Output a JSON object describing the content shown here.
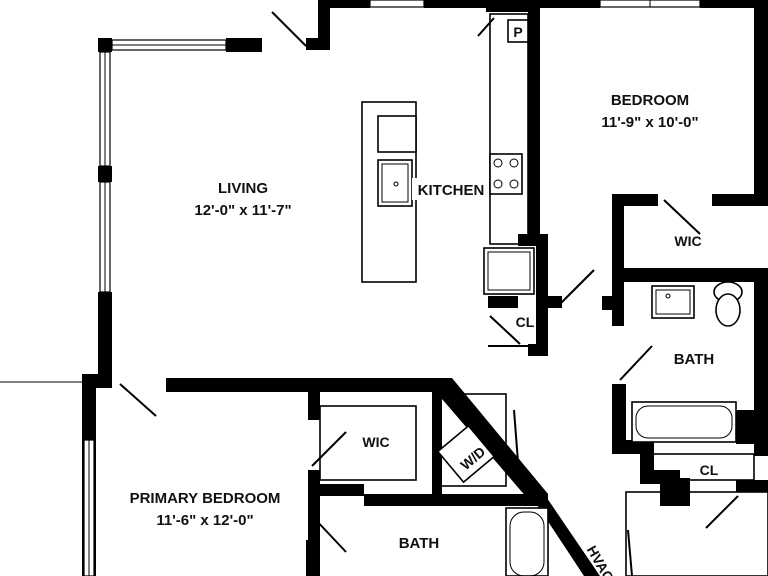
{
  "rooms": {
    "living": {
      "name": "LIVING",
      "dims": "12'-0\" x 11'-7\""
    },
    "kitchen": {
      "name": "KITCHEN"
    },
    "bedroom": {
      "name": "BEDROOM",
      "dims": "11'-9\" x 10'-0\""
    },
    "primary_bedroom": {
      "name": "PRIMARY BEDROOM",
      "dims": "11'-6\" x 12'-0\""
    },
    "wic_bedroom": {
      "name": "WIC"
    },
    "wic_primary": {
      "name": "WIC"
    },
    "bath_upper": {
      "name": "BATH"
    },
    "bath_lower": {
      "name": "BATH"
    },
    "closet_kitchen": {
      "name": "CL"
    },
    "closet_bath": {
      "name": "CL"
    },
    "pantry": {
      "name": "P"
    },
    "laundry": {
      "name": "W/D"
    },
    "hvac": {
      "name": "HVAC"
    }
  }
}
